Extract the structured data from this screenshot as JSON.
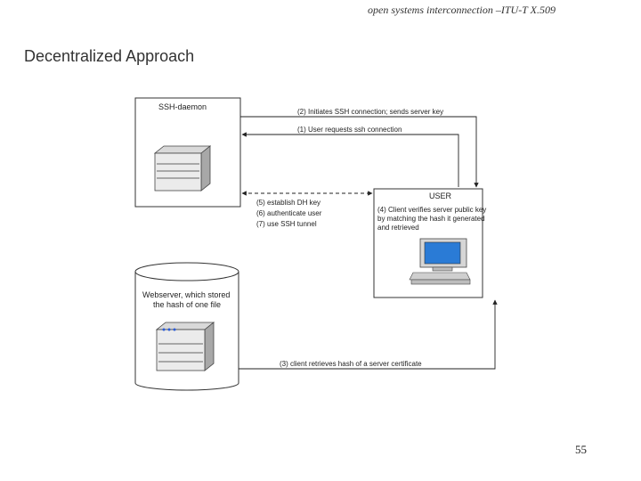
{
  "header": {
    "subtitle": "open systems interconnection –ITU-T X.509",
    "title": "Decentralized Approach",
    "page_number": "55"
  },
  "diagram": {
    "ssh_daemon_label": "SSH-daemon",
    "webserver_label_line1": "Webserver, which stored",
    "webserver_label_line2": "the hash of one file",
    "user_label": "USER",
    "user_note_lines": [
      "(4) Client verifies server public key",
      "by matching the hash it generated",
      "and retrieved"
    ],
    "arrows": {
      "step2": "(2) Initiates SSH connection; sends server key",
      "step1": "(1) User requests ssh connection",
      "step3": "(3) client retrieves hash of a server certificate"
    },
    "steps_5_7": [
      "(5) establish DH key",
      "(6) authenticate user",
      "(7) use SSH tunnel"
    ]
  }
}
